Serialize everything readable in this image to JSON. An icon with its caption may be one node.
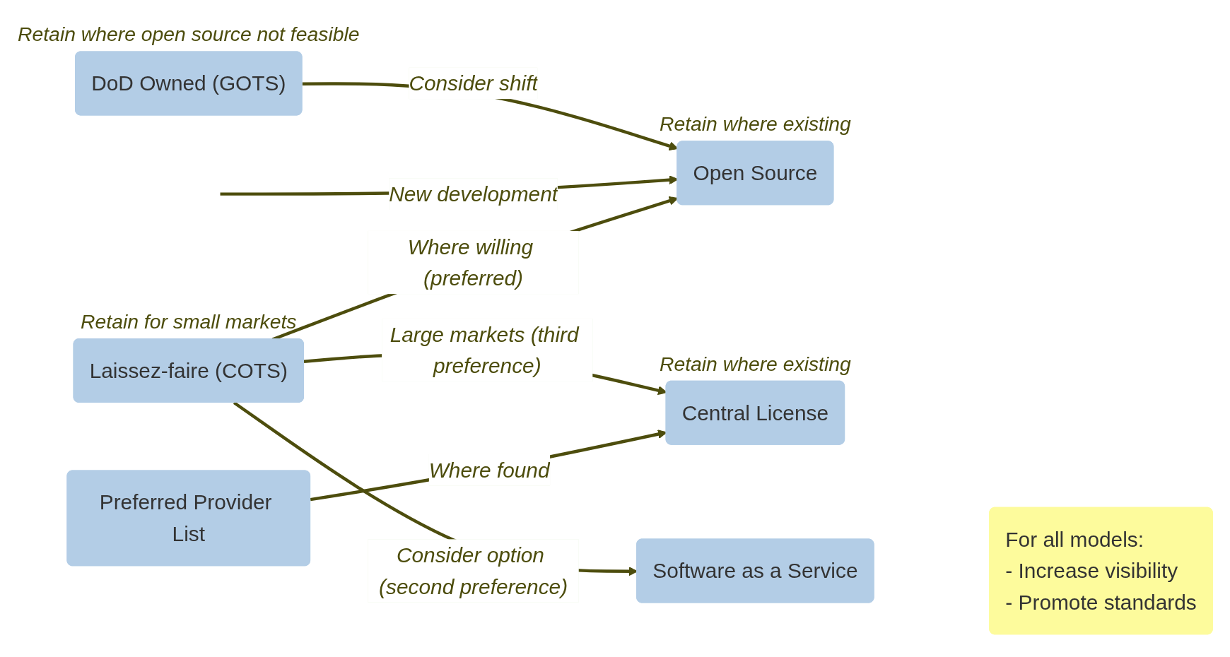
{
  "diagram": {
    "nodes": [
      {
        "text": [
          "DoD Owned (GOTS)"
        ],
        "beside": [
          "Retain where open source not feasible"
        ]
      },
      {
        "text": [
          "Laissez-faire (COTS)"
        ],
        "beside": [
          "Retain for small markets"
        ]
      },
      {
        "text": [
          "Open Source"
        ],
        "beside": [
          "Retain where existing"
        ]
      },
      {
        "text": [
          "Central License"
        ],
        "beside": [
          "Retain where existing"
        ]
      },
      {
        "text": [
          "Preferred Provider List"
        ]
      },
      {
        "text": [
          "Software as a Service"
        ]
      },
      {
        "text": [
          "For all models:",
          "- Increase visibility",
          "- Promote standards"
        ]
      }
    ],
    "edges": [
      {
        "from": 0,
        "to": 2,
        "arrow": "to",
        "label": "Consider shift"
      },
      {
        "from": null,
        "to": 2,
        "arrow": "to",
        "label": "New development"
      },
      {
        "from": 1,
        "to": 2,
        "arrow": "to",
        "label": "Where willing (preferred)"
      },
      {
        "from": 1,
        "to": 3,
        "arrow": "to",
        "label": "Large markets (third preference)"
      },
      {
        "from": 1,
        "to": 5,
        "arrow": "to",
        "label": "Consider option (second preference)"
      },
      {
        "from": 4,
        "to": 3,
        "arrow": "to",
        "label": "Where found"
      }
    ]
  }
}
